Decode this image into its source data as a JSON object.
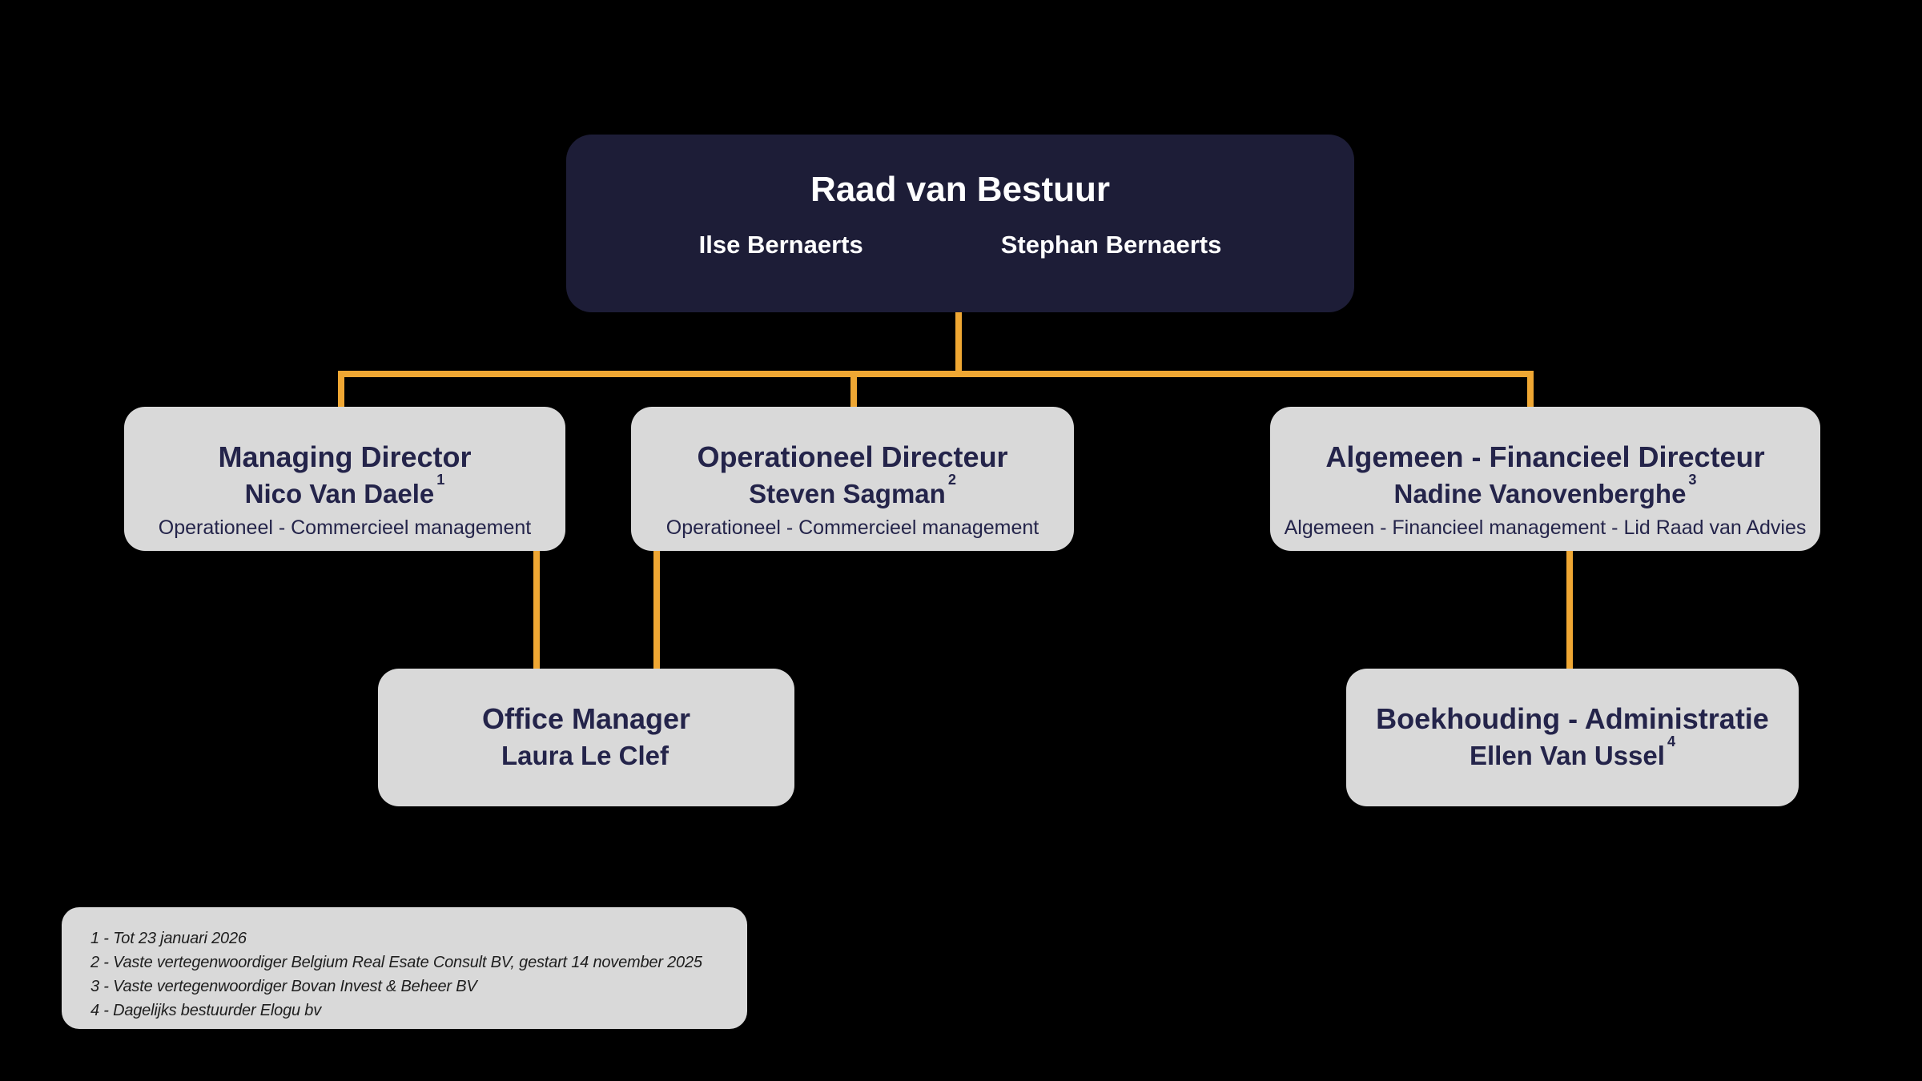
{
  "colors": {
    "background": "#000000",
    "accent": "#EFA733",
    "box_dark": "#1D1D37",
    "box_light": "#D9D9D9",
    "text_light": "#FFFFFF",
    "text_dark": "#24244A",
    "footnote_text": "#1E1E1E"
  },
  "org": {
    "root": {
      "title": "Raad van Bestuur",
      "members": [
        "Ilse Bernaerts",
        "Stephan Bernaerts"
      ]
    },
    "level2": [
      {
        "title": "Managing Director",
        "name": "Nico Van Daele",
        "ref": "1",
        "subtitle": "Operationeel - Commercieel management"
      },
      {
        "title": "Operationeel Directeur",
        "name": "Steven Sagman",
        "ref": "2",
        "subtitle": "Operationeel - Commercieel management"
      },
      {
        "title": "Algemeen - Financieel Directeur",
        "name": "Nadine Vanovenberghe",
        "ref": "3",
        "subtitle": "Algemeen - Financieel management - Lid Raad van Advies"
      }
    ],
    "level3": [
      {
        "title": "Office Manager",
        "name": "Laura Le Clef",
        "ref": ""
      },
      {
        "title": "Boekhouding - Administratie",
        "name": "Ellen Van Ussel",
        "ref": "4"
      }
    ],
    "footnotes": [
      "1 - Tot 23 januari 2026",
      "2 - Vaste vertegenwoordiger Belgium Real Esate Consult BV, gestart 14 november 2025",
      "3 - Vaste vertegenwoordiger Bovan Invest & Beheer BV",
      "4 - Dagelijks bestuurder Elogu bv"
    ]
  }
}
